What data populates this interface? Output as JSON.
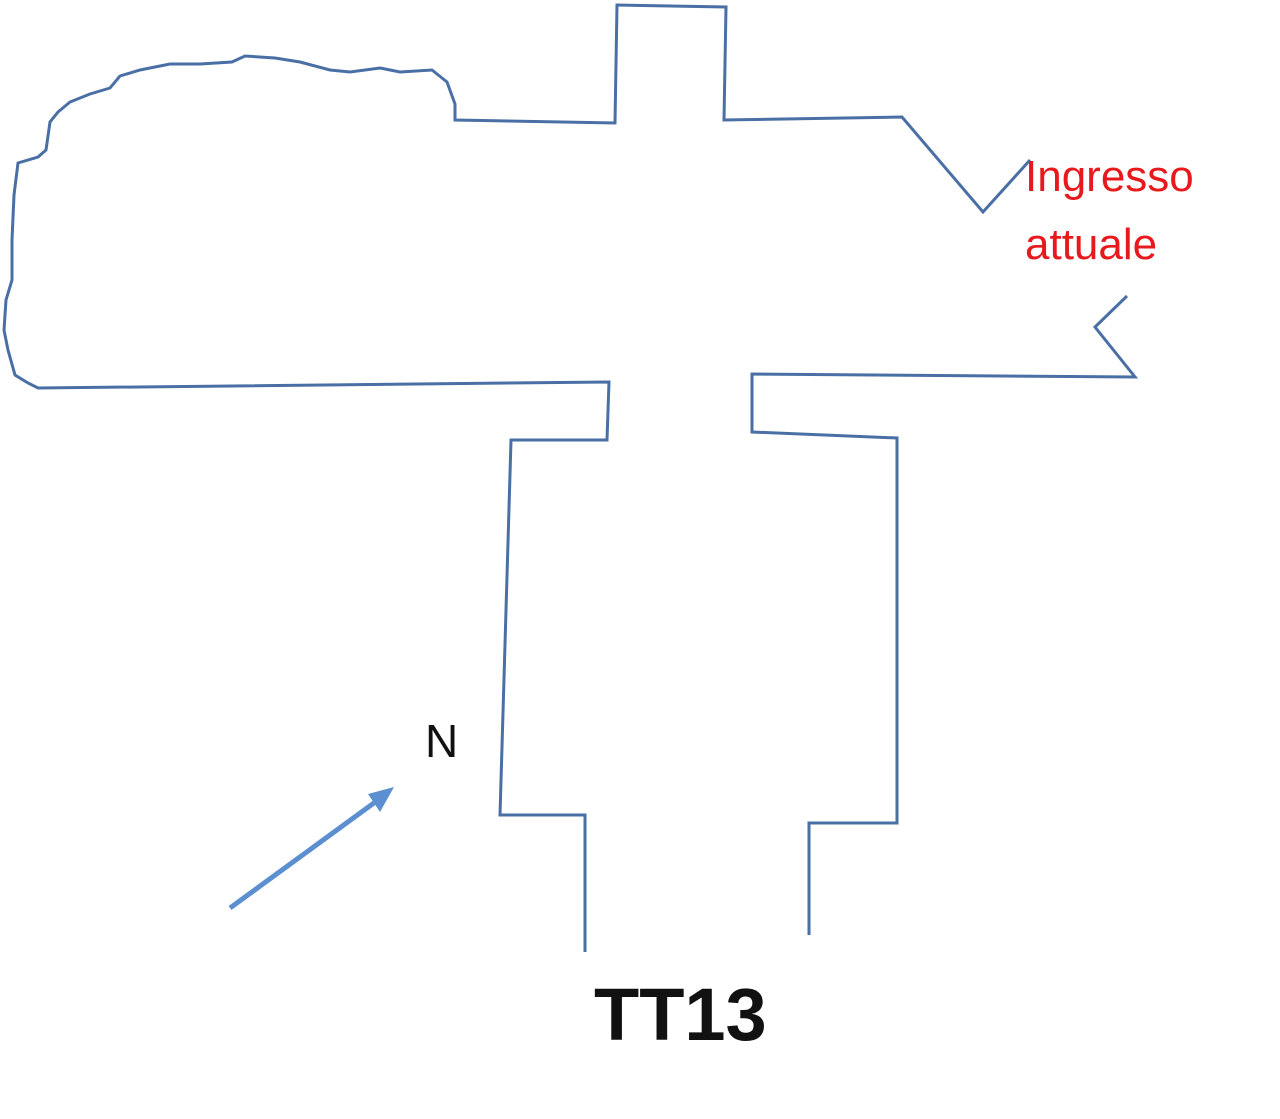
{
  "diagram": {
    "title": "TT13",
    "north_label": "N",
    "entrance_label_line1": "Ingresso",
    "entrance_label_line2": "attuale",
    "colors": {
      "outline": "#4a6fa5",
      "arrow": "#5b8fd0",
      "entrance": "#e8191c"
    }
  }
}
